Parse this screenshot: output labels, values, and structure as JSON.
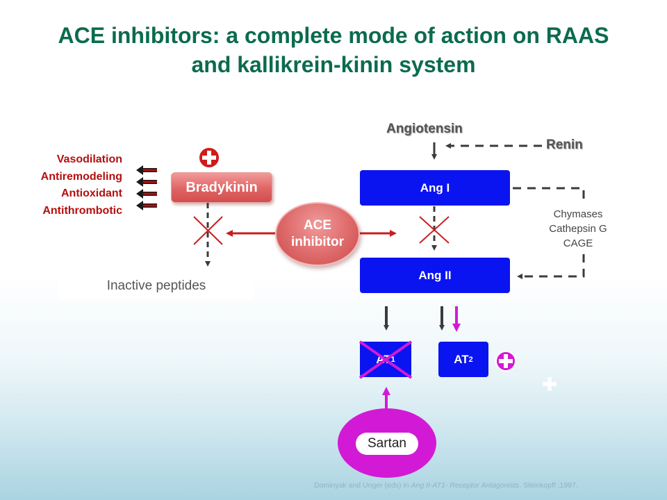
{
  "title": {
    "line1": "ACE inhibitors: a complete mode of action on RAAS",
    "line2": "and kallikrein-kinin system"
  },
  "effects": [
    "Vasodilation",
    "Antiremodeling",
    "Antioxidant",
    "Antithrombotic"
  ],
  "nodes": {
    "bradykinin": "Bradykinin",
    "ace_line1": "ACE",
    "ace_line2": "inhibitor",
    "inactive_peptides": "Inactive peptides",
    "angiotensin": "Angiotensin",
    "renin": "Renin",
    "ang1": "Ang I",
    "ang2": "Ang II",
    "chymases_line1": "Chymases",
    "chymases_line2": "Cathepsin G",
    "chymases_line3": "CAGE",
    "at1_main": "AT",
    "at1_sub": "1",
    "at2_main": "AT",
    "at2_sub": "2",
    "sartan": "Sartan"
  },
  "citation": {
    "prefix": "Dominyak and Unger (eds) in ",
    "italic": "Ang II-AT1- Receptor Antagonists",
    "suffix": ". Steinkopff ;1997."
  },
  "colors": {
    "title": "#0b6b4f",
    "effects_text": "#b40f0f",
    "ang_box": "#0a14f0",
    "magenta": "#d21ad6",
    "inhibit_red": "#c81e1e",
    "plus_red": "#d01b1b",
    "dark_arrow": "#3b3b3b"
  }
}
